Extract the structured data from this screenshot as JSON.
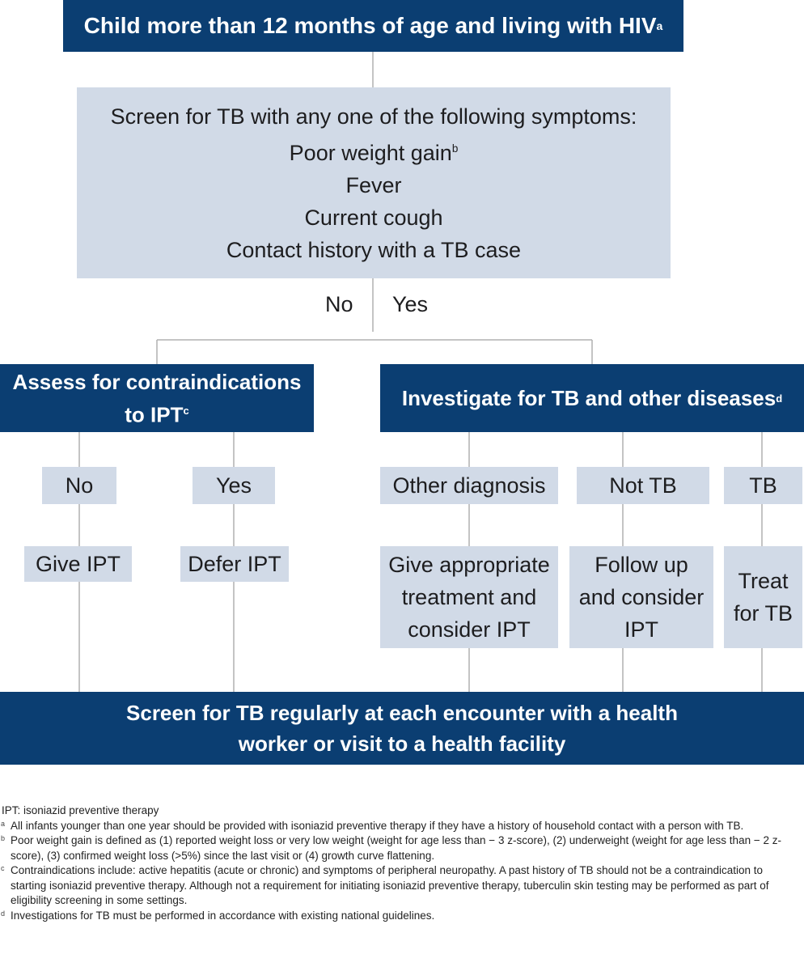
{
  "top": {
    "text": "Child more than 12 months of age and living with HIV",
    "sup": "a"
  },
  "screen": {
    "lead": "Screen for TB with any one of the following symptoms:",
    "symptoms": [
      {
        "text": "Poor weight gain",
        "sup": "b"
      },
      {
        "text": "Fever",
        "sup": ""
      },
      {
        "text": "Current cough",
        "sup": ""
      },
      {
        "text": "Contact history with a TB case",
        "sup": ""
      }
    ]
  },
  "branch": {
    "no": "No",
    "yes": "Yes"
  },
  "assess": {
    "text": "Assess for contraindications to IPT",
    "sup": "c"
  },
  "investigate": {
    "text": "Investigate for TB and other diseases",
    "sup": "d"
  },
  "assess_options": {
    "no": "No",
    "yes": "Yes",
    "give": "Give IPT",
    "defer": "Defer IPT"
  },
  "outcomes": {
    "other": "Other diagnosis",
    "nottb": "Not TB",
    "tb": "TB",
    "other_action": "Give appropriate treatment and consider IPT",
    "nottb_action": "Follow up and consider IPT",
    "tb_action": "Treat for TB"
  },
  "bottom": "Screen for TB regularly at each encounter with a health worker or visit to a health facility",
  "footnotes": {
    "ipt": "IPT: isoniazid preventive therapy",
    "items": [
      {
        "mark": "a",
        "text": "All infants younger than one year should be provided with isoniazid preventive therapy if they have a history of household contact with a person with TB."
      },
      {
        "mark": "b",
        "text": "Poor weight gain is defined as (1) reported weight loss or very low weight (weight for age less than − 3 z-score), (2) underweight (weight for age less than − 2 z-score), (3) confirmed weight loss (>5%) since the last visit or (4) growth curve flattening."
      },
      {
        "mark": "c",
        "text": "Contraindications include: active hepatitis (acute or chronic) and symptoms of peripheral neuropathy. A past history of TB should not be a contraindication to starting isoniazid preventive therapy. Although not a requirement for initiating isoniazid preventive therapy, tuberculin skin testing may be performed as part of eligibility screening in some settings."
      },
      {
        "mark": "d",
        "text": "Investigations for TB must be performed in accordance with existing national guidelines."
      }
    ]
  },
  "colors": {
    "dark_box": "#0b3e72",
    "light_box": "#d1dae7",
    "connector": "#b0b0b0"
  }
}
